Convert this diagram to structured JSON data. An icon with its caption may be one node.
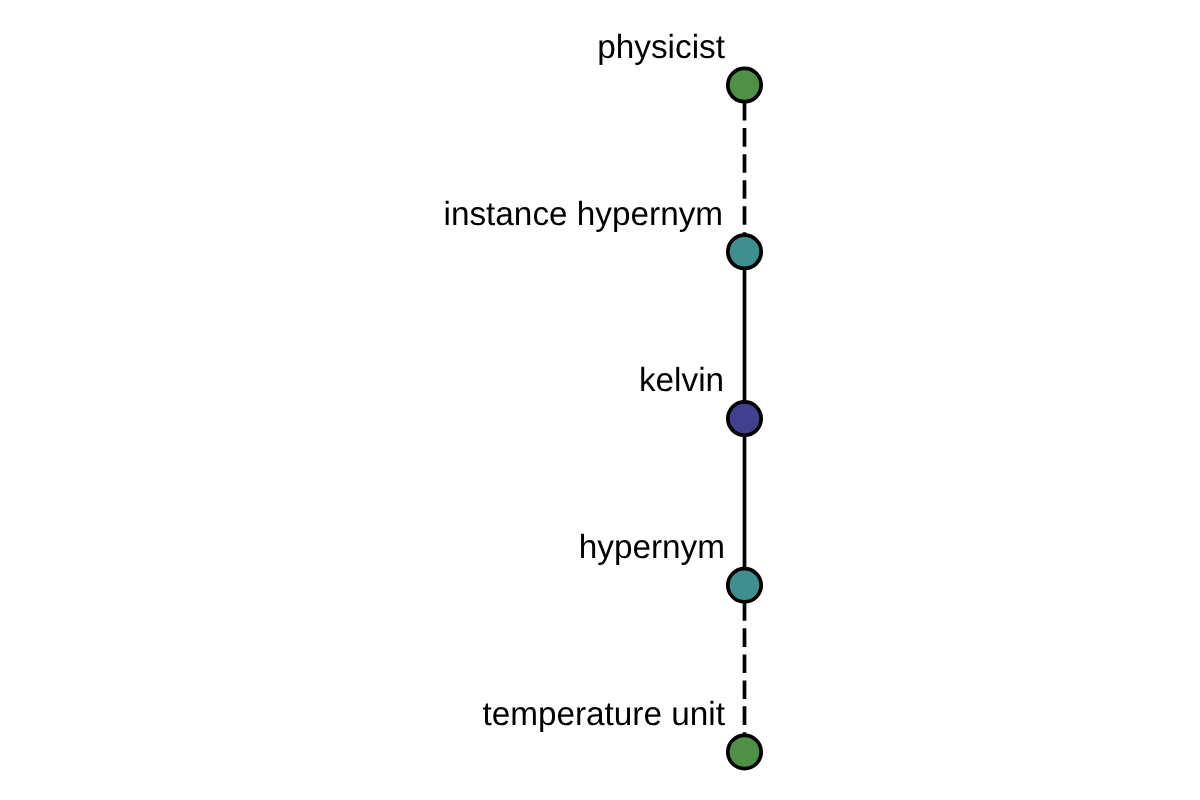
{
  "diagram": {
    "nodes": [
      {
        "text": [
          "physicist"
        ]
      },
      {
        "text": [
          "instance hypernym"
        ]
      },
      {
        "text": [
          "kelvin"
        ]
      },
      {
        "text": [
          "hypernym"
        ]
      },
      {
        "text": [
          "temperature unit"
        ]
      }
    ],
    "edges": [
      {
        "from": 0,
        "to": 1,
        "arrow": "none",
        "style": "dashed"
      },
      {
        "from": 1,
        "to": 2,
        "arrow": "none"
      },
      {
        "from": 2,
        "to": 3,
        "arrow": "none"
      },
      {
        "from": 3,
        "to": 4,
        "arrow": "none",
        "style": "dashed"
      }
    ]
  }
}
